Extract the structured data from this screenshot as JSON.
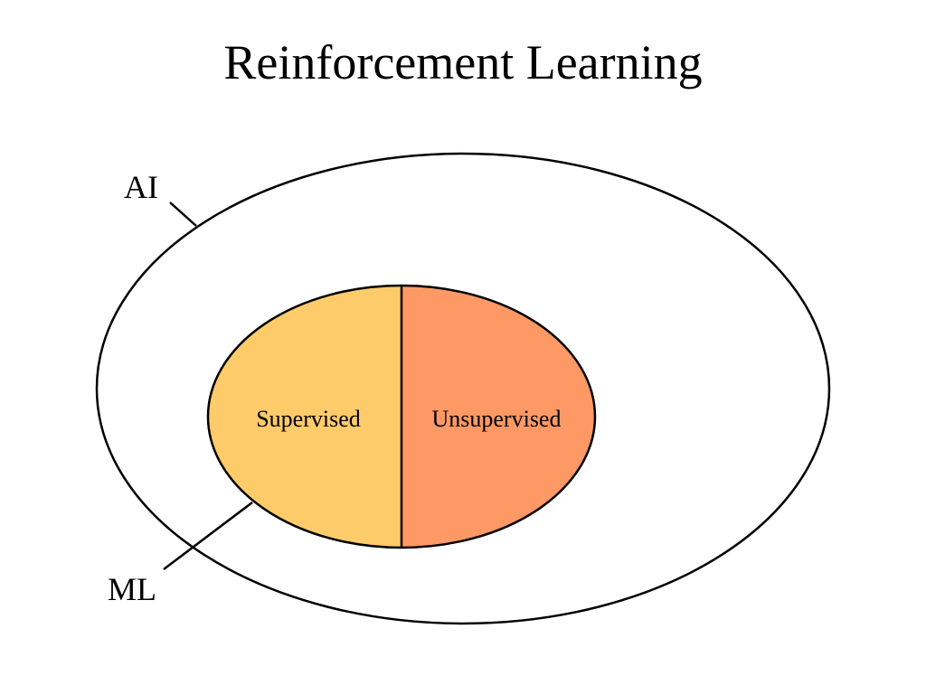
{
  "title": "Reinforcement Learning",
  "labels": {
    "outer": "AI",
    "inner": "ML",
    "left_half": "Supervised",
    "right_half": "Unsupervised"
  },
  "colors": {
    "supervised_fill": "#FECB6B",
    "unsupervised_fill": "#FE9966",
    "outline": "#000000",
    "background": "#FFFFFF"
  }
}
